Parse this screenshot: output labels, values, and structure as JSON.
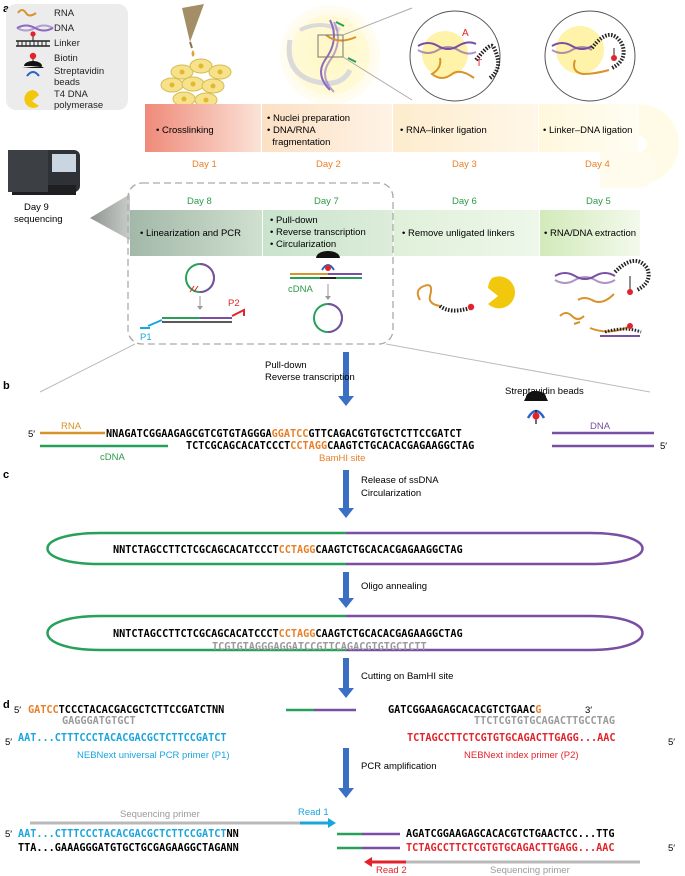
{
  "panels": {
    "a": "a",
    "b": "b",
    "c": "c",
    "d": "d"
  },
  "legend": {
    "rna": "RNA",
    "dna": "DNA",
    "linker": "Linker",
    "biotin": "Biotin",
    "strep1": "Streptavidin",
    "strep2": "beads",
    "t4_1": "T4 DNA",
    "t4_2": "polymerase"
  },
  "day9": {
    "line1": "Day 9",
    "line2": "sequencing"
  },
  "top_steps": [
    {
      "day": "Day 1",
      "lines": [
        "• Crosslinking"
      ]
    },
    {
      "day": "Day 2",
      "lines": [
        "• Nuclei preparation",
        "• DNA/RNA",
        "  fragmentation"
      ]
    },
    {
      "day": "Day 3",
      "lines": [
        "• RNA–linker ligation"
      ]
    },
    {
      "day": "Day 4",
      "lines": [
        "• Linker–DNA ligation"
      ]
    }
  ],
  "bottom_steps": [
    {
      "day": "Day 8",
      "lines": [
        "• Linearization and PCR"
      ]
    },
    {
      "day": "Day 7",
      "lines": [
        "• Pull-down",
        "• Reverse transcription",
        "• Circularization"
      ]
    },
    {
      "day": "Day 6",
      "lines": [
        "• Remove unligated linkers"
      ]
    },
    {
      "day": "Day 5",
      "lines": [
        "• RNA/DNA extraction"
      ]
    }
  ],
  "ligation_letters": {
    "a": "A",
    "t": "T"
  },
  "cdna_small": "cDNA",
  "p1": "P1",
  "p2": "P2",
  "b": {
    "step1": "Pull-down",
    "step2": "Reverse transcription",
    "strep": "Streptavidin beads",
    "five": "5′",
    "rna": "RNA",
    "dna": "DNA",
    "top_pre": "NNAGATCGGAAGAGCGTCGTGTAGGGA",
    "top_site": "GGATCC",
    "top_post": "GTTCAGACGTGTGCTCTTCCGATCT",
    "bot_pre": "TCTCGCAGCACATCCCT",
    "bot_site": "CCTAGG",
    "bot_post": "CAAGTCTGCACACGAGAAGGCTAG",
    "cdna": "cDNA",
    "bamhi": "BamHI site"
  },
  "c": {
    "step1": "Release of ssDNA",
    "step2": "Circularization",
    "seq_pre": "NNTCTAGCCTTCTCGCAGCACATCCCT",
    "seq_site": "CCTAGG",
    "seq_post": "CAAGTCTGCACACGAGAAGGCTAG",
    "step3": "Oligo annealing",
    "oligo": "TCGTGTAGGGAGGATCCGTTCAGACGTGTGCTCTT",
    "step4": "Cutting on BamHI site"
  },
  "d": {
    "left_five": "5′",
    "left_site": "GATCC",
    "left_seq": "TCCCTACACGACGCTCTTCCGATCTNN",
    "left_oligo": "GAGGGATGTGCT",
    "right_seq": "GATCGGAAGAGCACACGTCTGAAC",
    "right_g": "G",
    "three": "3′",
    "right_oligo": "TTCTCGTGTGCAGACTTGCCTAG",
    "p1_seq": "AAT...CTTTCCCTACACGACGCTCTTCCGATCT",
    "p1_label": "NEBNext universal PCR primer (P1)",
    "p2_seq": "TCTAGCCTTCTCGTGTGCAGACTTGAGG...AAC",
    "p2_label": "NEBNext index primer (P2)",
    "pcr": "PCR amplification",
    "seq_primer": "Sequencing primer",
    "read1": "Read 1",
    "read2": "Read 2",
    "f_top_l": "AAT...CTTTCCCTACACGACGCTCTTCCGATCTNN",
    "f_top_r": "AGATCGGAAGAGCACACGTCTGAACTCC...TTG",
    "f_bot_l": "TTA...GAAAGGGATGTGCTGCGAGAAGGCTAGANN",
    "f_bot_r": "TCTAGCCTTCTCGTGTGCAGACTTGAGG...AAC"
  },
  "colors": {
    "rna": "#d9932b",
    "dna": "#7a4ea3",
    "cdna": "#27a05a",
    "orange": "#e87f28",
    "green": "#2b9a48",
    "blue": "#3a6fc4",
    "cyan": "#1aa5de",
    "red": "#e3232b",
    "gray": "#9a9a9a"
  }
}
